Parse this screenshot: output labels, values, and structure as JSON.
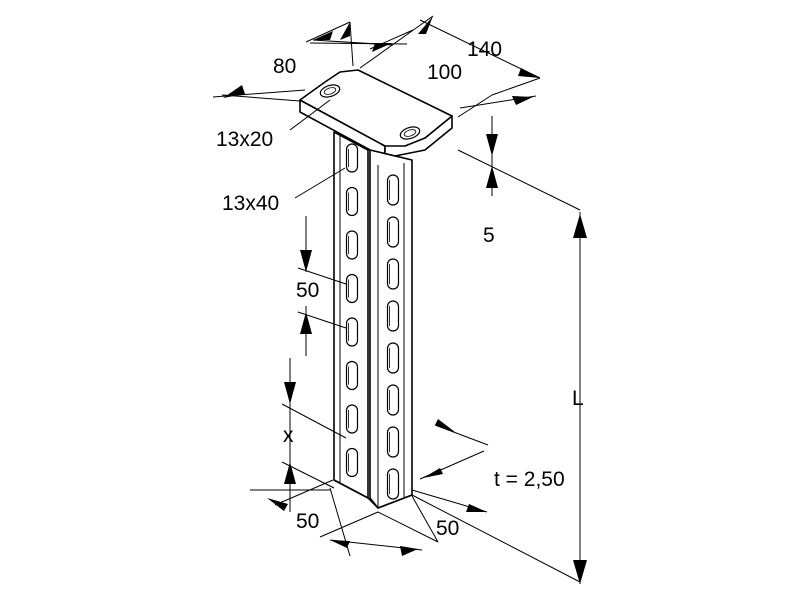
{
  "dimensions": {
    "plate_depth": "80",
    "plate_length": "140",
    "plate_width": "100",
    "plate_hole": "13x20",
    "profile_slot": "13x40",
    "plate_thickness": "5",
    "slot_pitch": "50",
    "slot_offset": "x",
    "wall_thickness": "t = 2,50",
    "profile_width_a": "50",
    "profile_width_b": "50",
    "length": "L"
  }
}
